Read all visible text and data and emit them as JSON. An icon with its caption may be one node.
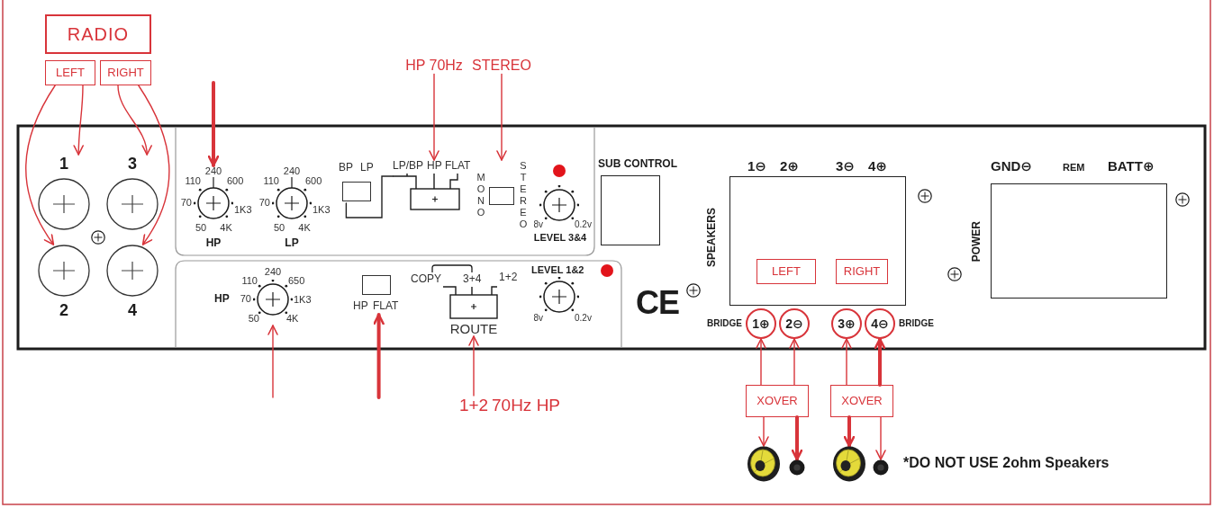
{
  "diagram": {
    "nodes": [
      {
        "text": [
          "RADIO"
        ]
      },
      {
        "text": [
          "LEFT"
        ]
      },
      {
        "text": [
          "RIGHT"
        ]
      },
      {
        "text": [
          "HP 70Hz"
        ]
      },
      {
        "text": [
          "STEREO"
        ]
      },
      {
        "text": [
          "1"
        ]
      },
      {
        "text": [
          "3"
        ]
      },
      {
        "text": [
          "2"
        ]
      },
      {
        "text": [
          "4"
        ]
      },
      {
        "text": [
          "240",
          "110",
          "600",
          "70",
          "1K3",
          "50",
          "4K",
          "HP"
        ]
      },
      {
        "text": [
          "240",
          "110",
          "600",
          "70",
          "1K3",
          "50",
          "4K",
          "LP"
        ]
      },
      {
        "text": [
          "BP",
          "LP"
        ]
      },
      {
        "text": [
          "LP/BP",
          "HP",
          "FLAT"
        ]
      },
      {
        "text": [
          "MONO",
          "STEREO"
        ]
      },
      {
        "text": [
          "8v",
          "0.2v",
          "LEVEL 3&4"
        ]
      },
      {
        "text": [
          "SUB CONTROL"
        ]
      },
      {
        "text": [
          "1⊖",
          "2⊕",
          "3⊖",
          "4⊕",
          "SPEAKERS"
        ]
      },
      {
        "text": [
          "LEFT"
        ],
        "in": 16
      },
      {
        "text": [
          "RIGHT"
        ],
        "in": 16
      },
      {
        "text": [
          "GND⊖",
          "REM",
          "BATT⊕",
          "POWER"
        ]
      },
      {
        "text": [
          "240",
          "110",
          "650",
          "HP",
          "70",
          "1K3",
          "50",
          "4K"
        ]
      },
      {
        "text": [
          "HP",
          "FLAT"
        ]
      },
      {
        "text": [
          "COPY",
          "3+4",
          "1+2",
          "ROUTE"
        ]
      },
      {
        "text": [
          "LEVEL 1&2",
          "8v",
          "0.2v"
        ]
      },
      {
        "text": [
          "1⊕"
        ],
        "beside": [
          "BRIDGE"
        ]
      },
      {
        "text": [
          "2⊖"
        ]
      },
      {
        "text": [
          "3⊕"
        ]
      },
      {
        "text": [
          "4⊖"
        ],
        "beside": [
          "BRIDGE"
        ]
      },
      {
        "text": [
          "XOVER"
        ]
      },
      {
        "text": [
          "XOVER"
        ]
      },
      {
        "text": [
          "1+2"
        ]
      },
      {
        "text": [],
        "shape": "speaker"
      },
      {
        "text": [],
        "shape": "circle"
      },
      {
        "text": [],
        "shape": "speaker"
      },
      {
        "text": [],
        "shape": "circle"
      }
    ],
    "edges": [
      {
        "from": 1,
        "to": 5,
        "arrow": "to"
      },
      {
        "from": 1,
        "to": 7,
        "arrow": "to"
      },
      {
        "from": 2,
        "to": 6,
        "arrow": "to"
      },
      {
        "from": 2,
        "to": 8,
        "arrow": "to"
      },
      {
        "from": null,
        "to": 9,
        "arrow": "to",
        "style": "thick"
      },
      {
        "from": 3,
        "to": 12,
        "arrow": "to"
      },
      {
        "from": 4,
        "to": 13,
        "arrow": "to"
      },
      {
        "from": 11,
        "to": 12,
        "arrow": "none",
        "color": "#222222"
      },
      {
        "from": null,
        "to": 20,
        "arrow": "to"
      },
      {
        "from": null,
        "to": 21,
        "arrow": "to",
        "style": "thick"
      },
      {
        "from": 30,
        "to": 22,
        "arrow": "to"
      },
      {
        "from": 28,
        "to": 24,
        "arrow": "to"
      },
      {
        "from": 28,
        "to": 25,
        "arrow": "to"
      },
      {
        "from": 28,
        "to": 31,
        "arrow": "to"
      },
      {
        "from": 28,
        "to": 32,
        "arrow": "to",
        "style": "thick"
      },
      {
        "from": 29,
        "to": 26,
        "arrow": "to"
      },
      {
        "from": 29,
        "to": 27,
        "arrow": "to",
        "style": "thick"
      },
      {
        "from": 29,
        "to": 33,
        "arrow": "to",
        "style": "thick"
      },
      {
        "from": 29,
        "to": 34,
        "arrow": "to"
      }
    ],
    "labels": [
      "CE",
      "70Hz HP",
      "*DO NOT USE 2ohm Speakers"
    ]
  }
}
